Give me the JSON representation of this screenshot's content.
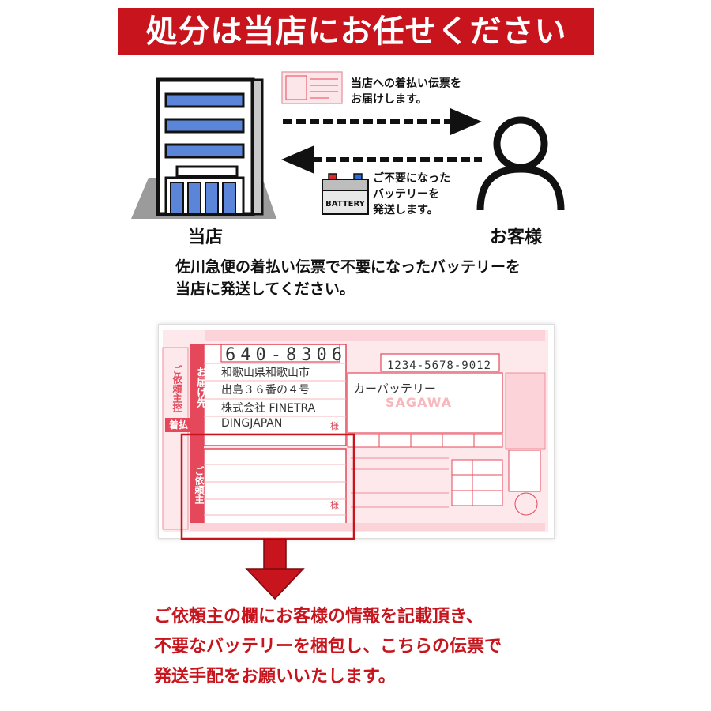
{
  "banner": {
    "title": "処分は当店にお任せください"
  },
  "store": {
    "label": "当店"
  },
  "customer": {
    "label": "お客様"
  },
  "flow": {
    "to_customer_line1": "当店への着払い伝票を",
    "to_customer_line2": "お届けします。",
    "to_store_line1": "ご不要になった",
    "to_store_line2": "バッテリーを",
    "to_store_line3": "発送します。",
    "battery_label": "BATTERY"
  },
  "description": {
    "line1": "佐川急便の着払い伝票で不要になったバッテリーを",
    "line2": "当店に発送してください。"
  },
  "slip": {
    "postal_code": "640-8306",
    "address_line1": "和歌山県和歌山市",
    "address_line2": "出島３６番の４号",
    "address_line3": "株式会社 FINETRA",
    "address_line4": "DINGJAPAN",
    "phone": "1234-5678-9012",
    "item": "カーバッテリー",
    "watermark": "SAGAWA",
    "sama": "様",
    "chakubarai": "着払",
    "todoke_vertical": "お届け先",
    "irainushi_vertical": "ご依頼主",
    "ikkou_vertical": "ご依頼主控"
  },
  "footer": {
    "line1": "ご依頼主の欄にお客様の情報を記載頂き、",
    "line2": "不要なバッテリーを梱包し、こちらの伝票で",
    "line3": "発送手配をお願いいたします。"
  },
  "colors": {
    "accent": "#c8141c",
    "slip_pink": "#e4485a",
    "building_blue": "#5a85d8"
  }
}
